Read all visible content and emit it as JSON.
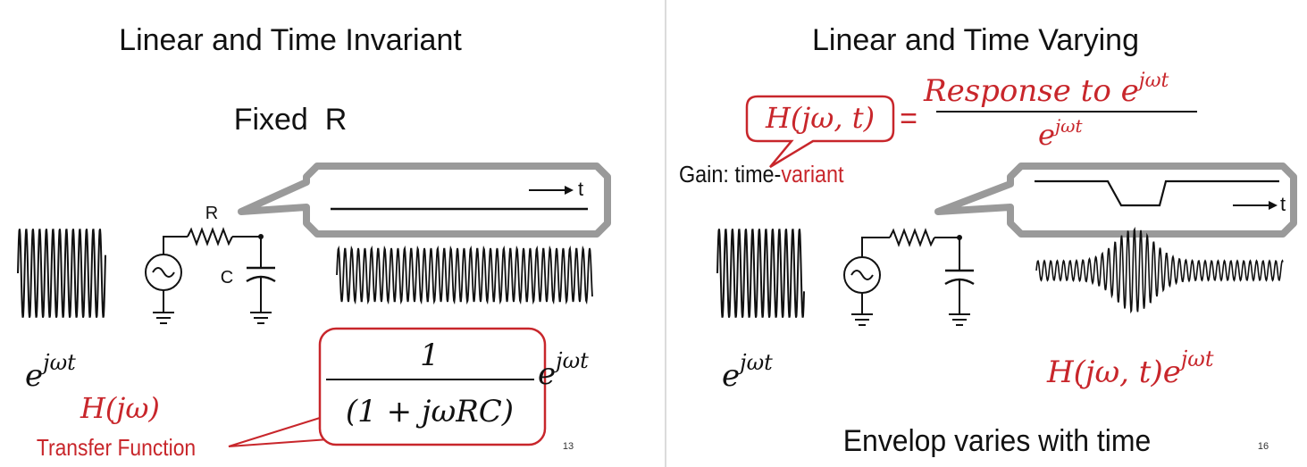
{
  "left_slide": {
    "title": "Linear and Time Invariant",
    "subtitle": "Fixed  R",
    "resistor_label": "R",
    "capacitor_label": "C",
    "time_arrow_label": "t",
    "input_label": "e",
    "input_exp": "jωt",
    "output_exp": "jωt",
    "transfer_label": "H(jω)",
    "transfer_caption": "Transfer Function",
    "fraction_numerator": "1",
    "fraction_denominator": "(1 + jωRC)",
    "page_number": "13"
  },
  "right_slide": {
    "title": "Linear and Time Varying",
    "h_label": "H(jω, t)",
    "equals": "=",
    "response_text": "Response to e",
    "response_exp": "jωt",
    "denominator_exp": "jωt",
    "gain_prefix": "Gain: time-",
    "gain_highlight": "variant",
    "time_arrow_label": "t",
    "input_label": "e",
    "input_exp": "jωt",
    "output_label": "H(jω, t)e",
    "output_exp": "jωt",
    "caption": "Envelop varies with time",
    "page_number": "16"
  },
  "colors": {
    "accent_red": "#c8262b",
    "ink": "#111111",
    "bubble_gray": "#9a9a9a",
    "divider": "#dcdcdc"
  }
}
